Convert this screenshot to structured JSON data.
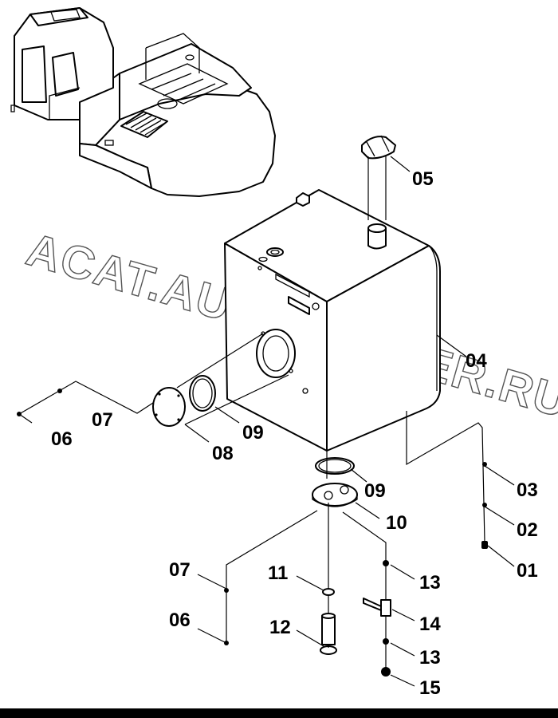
{
  "diagram": {
    "watermark": "ACAT.AUTODEALER.RU",
    "labels": {
      "p01": "01",
      "p02": "02",
      "p03": "03",
      "p04": "04",
      "p05": "05",
      "p06a": "06",
      "p06b": "06",
      "p07a": "07",
      "p07b": "07",
      "p08": "08",
      "p09a": "09",
      "p09b": "09",
      "p10": "10",
      "p11": "11",
      "p12": "12",
      "p13a": "13",
      "p13b": "13",
      "p14": "14",
      "p15": "15"
    },
    "colors": {
      "line": "#000000",
      "background": "#ffffff",
      "border": "#000000",
      "watermark": "#555555"
    }
  }
}
